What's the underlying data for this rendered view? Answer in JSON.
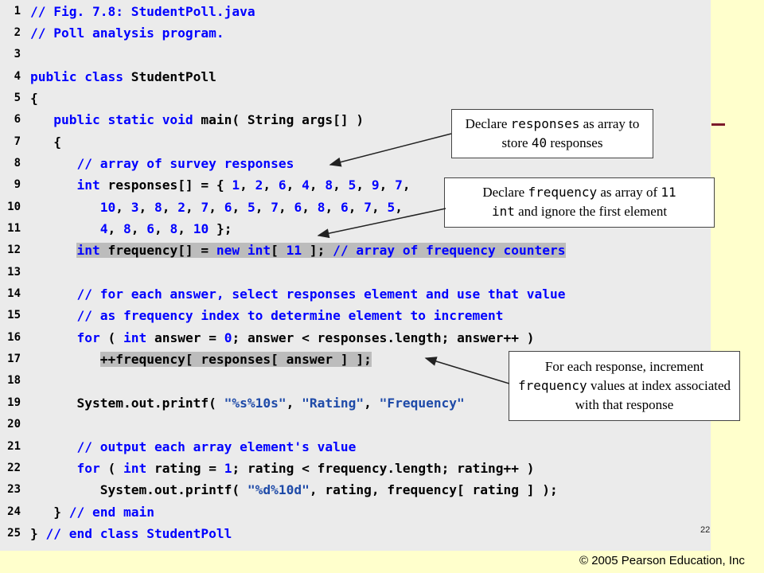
{
  "code_lines": [
    {
      "n": "1",
      "segments": [
        {
          "t": "// Fig. 7.8: StudentPoll.java",
          "c": "cm"
        }
      ]
    },
    {
      "n": "2",
      "segments": [
        {
          "t": "// Poll analysis program.",
          "c": "cm"
        }
      ]
    },
    {
      "n": "3",
      "segments": []
    },
    {
      "n": "4",
      "segments": [
        {
          "t": "public class",
          "c": "kw"
        },
        {
          "t": " StudentPoll",
          "c": ""
        }
      ]
    },
    {
      "n": "5",
      "segments": [
        {
          "t": "{",
          "c": ""
        }
      ]
    },
    {
      "n": "6",
      "segments": [
        {
          "t": "   ",
          "c": ""
        },
        {
          "t": "public static void",
          "c": "kw"
        },
        {
          "t": " main( String args[] )",
          "c": ""
        }
      ]
    },
    {
      "n": "7",
      "segments": [
        {
          "t": "   {",
          "c": ""
        }
      ]
    },
    {
      "n": "8",
      "segments": [
        {
          "t": "      ",
          "c": ""
        },
        {
          "t": "// array of survey responses",
          "c": "cm"
        }
      ]
    },
    {
      "n": "9",
      "segments": [
        {
          "t": "      ",
          "c": ""
        },
        {
          "t": "int",
          "c": "kw"
        },
        {
          "t": " responses[] = { ",
          "c": ""
        },
        {
          "t": "1",
          "c": "num"
        },
        {
          "t": ", ",
          "c": ""
        },
        {
          "t": "2",
          "c": "num"
        },
        {
          "t": ", ",
          "c": ""
        },
        {
          "t": "6",
          "c": "num"
        },
        {
          "t": ", ",
          "c": ""
        },
        {
          "t": "4",
          "c": "num"
        },
        {
          "t": ", ",
          "c": ""
        },
        {
          "t": "8",
          "c": "num"
        },
        {
          "t": ", ",
          "c": ""
        },
        {
          "t": "5",
          "c": "num"
        },
        {
          "t": ", ",
          "c": ""
        },
        {
          "t": "9",
          "c": "num"
        },
        {
          "t": ", ",
          "c": ""
        },
        {
          "t": "7",
          "c": "num"
        },
        {
          "t": ",",
          "c": ""
        }
      ]
    },
    {
      "n": "10",
      "segments": [
        {
          "t": "         ",
          "c": ""
        },
        {
          "t": "10",
          "c": "num"
        },
        {
          "t": ", ",
          "c": ""
        },
        {
          "t": "3",
          "c": "num"
        },
        {
          "t": ", ",
          "c": ""
        },
        {
          "t": "8",
          "c": "num"
        },
        {
          "t": ", ",
          "c": ""
        },
        {
          "t": "2",
          "c": "num"
        },
        {
          "t": ", ",
          "c": ""
        },
        {
          "t": "7",
          "c": "num"
        },
        {
          "t": ", ",
          "c": ""
        },
        {
          "t": "6",
          "c": "num"
        },
        {
          "t": ", ",
          "c": ""
        },
        {
          "t": "5",
          "c": "num"
        },
        {
          "t": ", ",
          "c": ""
        },
        {
          "t": "7",
          "c": "num"
        },
        {
          "t": ", ",
          "c": ""
        },
        {
          "t": "6",
          "c": "num"
        },
        {
          "t": ", ",
          "c": ""
        },
        {
          "t": "8",
          "c": "num"
        },
        {
          "t": ", ",
          "c": ""
        },
        {
          "t": "6",
          "c": "num"
        },
        {
          "t": ", ",
          "c": ""
        },
        {
          "t": "7",
          "c": "num"
        },
        {
          "t": ", ",
          "c": ""
        },
        {
          "t": "5",
          "c": "num"
        },
        {
          "t": ",",
          "c": ""
        }
      ]
    },
    {
      "n": "11",
      "segments": [
        {
          "t": "         ",
          "c": ""
        },
        {
          "t": "4",
          "c": "num"
        },
        {
          "t": ", ",
          "c": ""
        },
        {
          "t": "8",
          "c": "num"
        },
        {
          "t": ", ",
          "c": ""
        },
        {
          "t": "6",
          "c": "num"
        },
        {
          "t": ", ",
          "c": ""
        },
        {
          "t": "8",
          "c": "num"
        },
        {
          "t": ", ",
          "c": ""
        },
        {
          "t": "10",
          "c": "num"
        },
        {
          "t": " };",
          "c": ""
        }
      ]
    },
    {
      "n": "12",
      "segments": [
        {
          "t": "      ",
          "c": ""
        },
        {
          "t": "int",
          "c": "kw hl"
        },
        {
          "t": " frequency[] = ",
          "c": "hl"
        },
        {
          "t": "new int",
          "c": "kw hl"
        },
        {
          "t": "[ ",
          "c": "hl"
        },
        {
          "t": "11",
          "c": "num hl"
        },
        {
          "t": " ]; ",
          "c": "hl"
        },
        {
          "t": "// array of frequency counters",
          "c": "cm hl"
        }
      ]
    },
    {
      "n": "13",
      "segments": []
    },
    {
      "n": "14",
      "segments": [
        {
          "t": "      ",
          "c": ""
        },
        {
          "t": "// for each answer, select responses element and use that value",
          "c": "cm"
        }
      ]
    },
    {
      "n": "15",
      "segments": [
        {
          "t": "      ",
          "c": ""
        },
        {
          "t": "// as frequency index to determine element to increment",
          "c": "cm"
        }
      ]
    },
    {
      "n": "16",
      "segments": [
        {
          "t": "      ",
          "c": ""
        },
        {
          "t": "for",
          "c": "kw"
        },
        {
          "t": " ( ",
          "c": ""
        },
        {
          "t": "int",
          "c": "kw"
        },
        {
          "t": " answer = ",
          "c": ""
        },
        {
          "t": "0",
          "c": "num"
        },
        {
          "t": "; answer < responses.length; answer++ )",
          "c": ""
        }
      ]
    },
    {
      "n": "17",
      "segments": [
        {
          "t": "         ",
          "c": ""
        },
        {
          "t": "++frequency[ responses[ answer ] ];",
          "c": "hl"
        }
      ]
    },
    {
      "n": "18",
      "segments": []
    },
    {
      "n": "19",
      "segments": [
        {
          "t": "      System.out.printf( ",
          "c": ""
        },
        {
          "t": "\"%s%10s\"",
          "c": "str"
        },
        {
          "t": ", ",
          "c": ""
        },
        {
          "t": "\"Rating\"",
          "c": "str"
        },
        {
          "t": ", ",
          "c": ""
        },
        {
          "t": "\"Frequency\"",
          "c": "str"
        }
      ]
    },
    {
      "n": "20",
      "segments": []
    },
    {
      "n": "21",
      "segments": [
        {
          "t": "      ",
          "c": ""
        },
        {
          "t": "// output each array element's value",
          "c": "cm"
        }
      ]
    },
    {
      "n": "22",
      "segments": [
        {
          "t": "      ",
          "c": ""
        },
        {
          "t": "for",
          "c": "kw"
        },
        {
          "t": " ( ",
          "c": ""
        },
        {
          "t": "int",
          "c": "kw"
        },
        {
          "t": " rating = ",
          "c": ""
        },
        {
          "t": "1",
          "c": "num"
        },
        {
          "t": "; rating < frequency.length; rating++ )",
          "c": ""
        }
      ]
    },
    {
      "n": "23",
      "segments": [
        {
          "t": "         System.out.printf( ",
          "c": ""
        },
        {
          "t": "\"%d%10d\"",
          "c": "str"
        },
        {
          "t": ", rating, frequency[ rating ] );",
          "c": ""
        }
      ]
    },
    {
      "n": "24",
      "segments": [
        {
          "t": "   } ",
          "c": ""
        },
        {
          "t": "// end main",
          "c": "cm"
        }
      ]
    },
    {
      "n": "25",
      "segments": [
        {
          "t": "} ",
          "c": ""
        },
        {
          "t": "// end class StudentPoll",
          "c": "cm"
        }
      ]
    }
  ],
  "callouts": {
    "c1": {
      "a": "Declare ",
      "b": "responses",
      "c": " as array to store ",
      "d": "40",
      "e": " responses"
    },
    "c2": {
      "a": "Declare ",
      "b": "frequency",
      "c": " as array of ",
      "d": "11",
      "e": "int",
      "f": " and ignore the first element"
    },
    "c3": {
      "a": "For each response, increment ",
      "b": "frequency",
      "c": " values at index associated with that response"
    }
  },
  "footer": {
    "page_number": "22",
    "copyright": "© 2005 Pearson Education, Inc"
  },
  "colors": {
    "arrow": "#222222",
    "accent": "#7b1a2a"
  }
}
